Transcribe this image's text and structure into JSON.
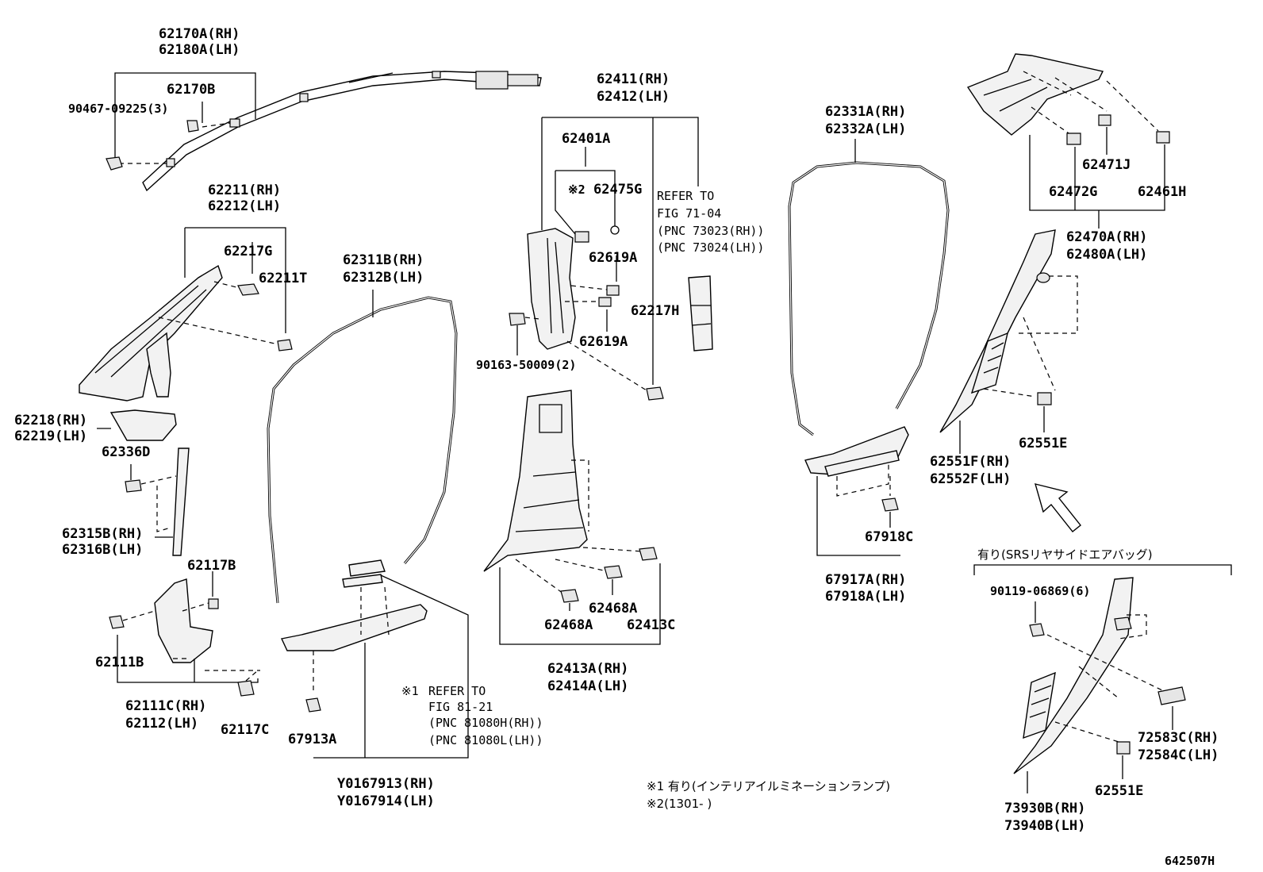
{
  "labels": {
    "p62170a": "62170A(RH)",
    "p62180a": "62180A(LH)",
    "p62170b": "62170B",
    "p90467": "90467-09225(3)",
    "p62211": "62211(RH)",
    "p62212": "62212(LH)",
    "p62217g": "62217G",
    "p62211t": "62211T",
    "p62218": "62218(RH)",
    "p62219": "62219(LH)",
    "p62336d": "62336D",
    "p62315b": "62315B(RH)",
    "p62316b": "62316B(LH)",
    "p62117b": "62117B",
    "p62111b": "62111B",
    "p62111c": "62111C(RH)",
    "p62112": "62112(LH)",
    "p62117c": "62117C",
    "p62311b": "62311B(RH)",
    "p62312b": "62312B(LH)",
    "p67913a": "67913A",
    "py0167913": "Y0167913(RH)",
    "py0167914": "Y0167914(LH)",
    "p62411": "62411(RH)",
    "p62412": "62412(LH)",
    "p62401a": "62401A",
    "p62475g": "62475G",
    "p62619a_1": "62619A",
    "p62619a_2": "62619A",
    "p62217h": "62217H",
    "p90163": "90163-50009(2)",
    "p62468a_1": "62468A",
    "p62468a_2": "62468A",
    "p62413c": "62413C",
    "p62413a": "62413A(RH)",
    "p62414a": "62414A(LH)",
    "p62331a": "62331A(RH)",
    "p62332a": "62332A(LH)",
    "p67918c": "67918C",
    "p67917a": "67917A(RH)",
    "p67918a": "67918A(LH)",
    "p62471j": "62471J",
    "p62472g": "62472G",
    "p62461h": "62461H",
    "p62470a": "62470A(RH)",
    "p62480a": "62480A(LH)",
    "p62551e_1": "62551E",
    "p62551f": "62551F(RH)",
    "p62552f": "62552F(LH)",
    "p90119": "90119-06869(6)",
    "p72583c": "72583C(RH)",
    "p72584c": "72584C(LH)",
    "p62551e_2": "62551E",
    "p73930b": "73930B(RH)",
    "p73940b": "73940B(LH)",
    "mark2": "※2"
  },
  "refs": {
    "ref1_l1": "REFER TO",
    "ref1_l2": "FIG 71-04",
    "ref1_l3": "(PNC 73023(RH))",
    "ref1_l4": "(PNC 73024(LH))",
    "ref2_mark": "※1",
    "ref2_l1": "REFER TO",
    "ref2_l2": "FIG 81-21",
    "ref2_l3": "(PNC 81080H(RH))",
    "ref2_l4": "(PNC 81080L(LH))"
  },
  "notes": {
    "srs": "有り(SRSリヤサイドエアバッグ)",
    "note1": "※1 有り(インテリアイルミネーションランプ)",
    "note2": "※2(1301-      )",
    "figno": "642507H"
  }
}
